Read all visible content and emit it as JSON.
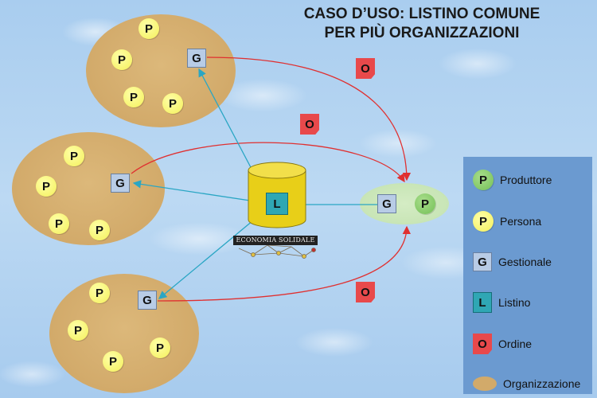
{
  "title": {
    "line1": "CASO D’USO: LISTINO COMUNE",
    "line2": "PER PIÙ ORGANIZZAZIONI"
  },
  "nodes": {
    "persona": "P",
    "gestionale": "G",
    "ordine": "O",
    "listino": "L",
    "produttore": "P"
  },
  "database_caption": "ECONOMIA SOLIDALE",
  "legend": {
    "items": [
      {
        "symbol": "P",
        "label": "Produttore",
        "color": "#74c056"
      },
      {
        "symbol": "P",
        "label": "Persona",
        "color": "#f4f05a"
      },
      {
        "symbol": "G",
        "label": "Gestionale",
        "color": "#b8cce6"
      },
      {
        "symbol": "L",
        "label": "Listino",
        "color": "#2fa7b4"
      },
      {
        "symbol": "O",
        "label": "Ordine",
        "color": "#e8494b"
      },
      {
        "symbol": "",
        "label": "Organizzazione",
        "color": "#d2aa6a"
      }
    ]
  },
  "colors": {
    "order_flow": "#e03030",
    "listino_flow": "#2aa6c4",
    "legend_bg": "#6b9ad0"
  }
}
